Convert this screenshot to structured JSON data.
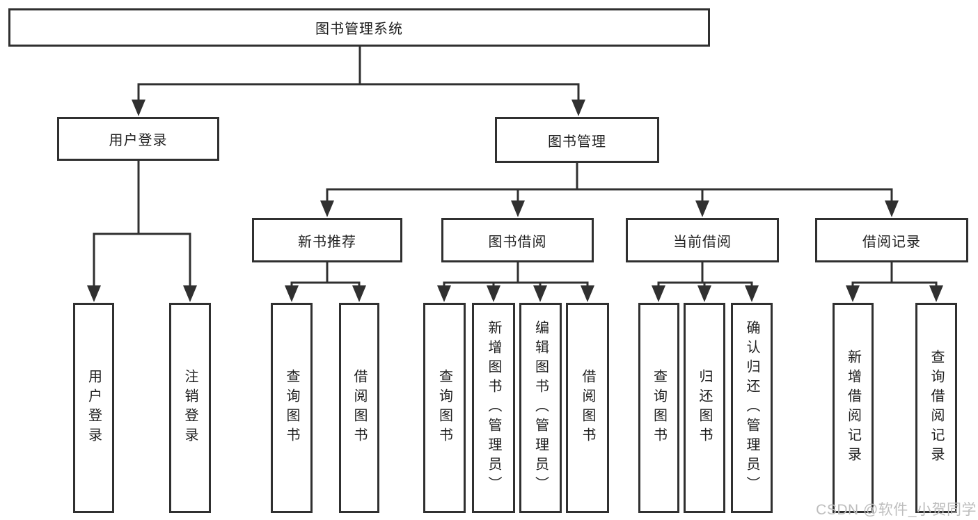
{
  "root": {
    "label": "图书管理系统"
  },
  "level2": [
    {
      "label": "用户登录"
    },
    {
      "label": "图书管理"
    }
  ],
  "level3": [
    {
      "label": "新书推荐"
    },
    {
      "label": "图书借阅"
    },
    {
      "label": "当前借阅"
    },
    {
      "label": "借阅记录"
    }
  ],
  "leaves": [
    {
      "label": "用户登录"
    },
    {
      "label": "注销登录"
    },
    {
      "label": "查询图书"
    },
    {
      "label": "借阅图书"
    },
    {
      "label": "查询图书"
    },
    {
      "label": "新增图书（管理员）"
    },
    {
      "label": "编辑图书（管理员）"
    },
    {
      "label": "借阅图书"
    },
    {
      "label": "查询图书"
    },
    {
      "label": "归还图书"
    },
    {
      "label": "确认归还（管理员）"
    },
    {
      "label": "新增借阅记录"
    },
    {
      "label": "查询借阅记录"
    }
  ],
  "watermark": "CSDN @软件_小贺同学",
  "colors": {
    "line": "#303030",
    "text": "#1f1f1f",
    "background": "#ffffff",
    "watermark": "#bdbdbd"
  }
}
